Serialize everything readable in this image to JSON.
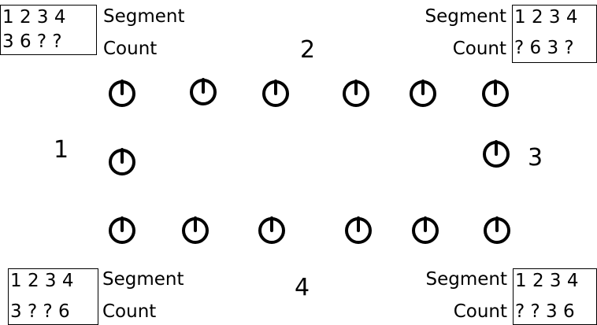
{
  "clue_boxes": {
    "top_left": {
      "segments_row": "1 2 3 4",
      "counts_row": "3 6 ? ?",
      "segment_label": "Segment",
      "count_label": "Count"
    },
    "top_right": {
      "segments_row": "1 2 3 4",
      "counts_row": "? 6 3 ?",
      "segment_label": "Segment",
      "count_label": "Count"
    },
    "bottom_left": {
      "segments_row": "1 2 3 4",
      "counts_row": "3 ? ? 6",
      "segment_label": "Segment",
      "count_label": "Count"
    },
    "bottom_right": {
      "segments_row": "1 2 3 4",
      "counts_row": "? ? 3 6",
      "segment_label": "Segment",
      "count_label": "Count"
    }
  },
  "segment_numbers": {
    "top": "2",
    "left": "1",
    "right": "3",
    "bottom": "4"
  },
  "knobs": {
    "icon": "power-knob-icon",
    "top_row_count": 6,
    "left_side_count": 1,
    "right_side_count": 1,
    "bottom_row_count": 6
  }
}
